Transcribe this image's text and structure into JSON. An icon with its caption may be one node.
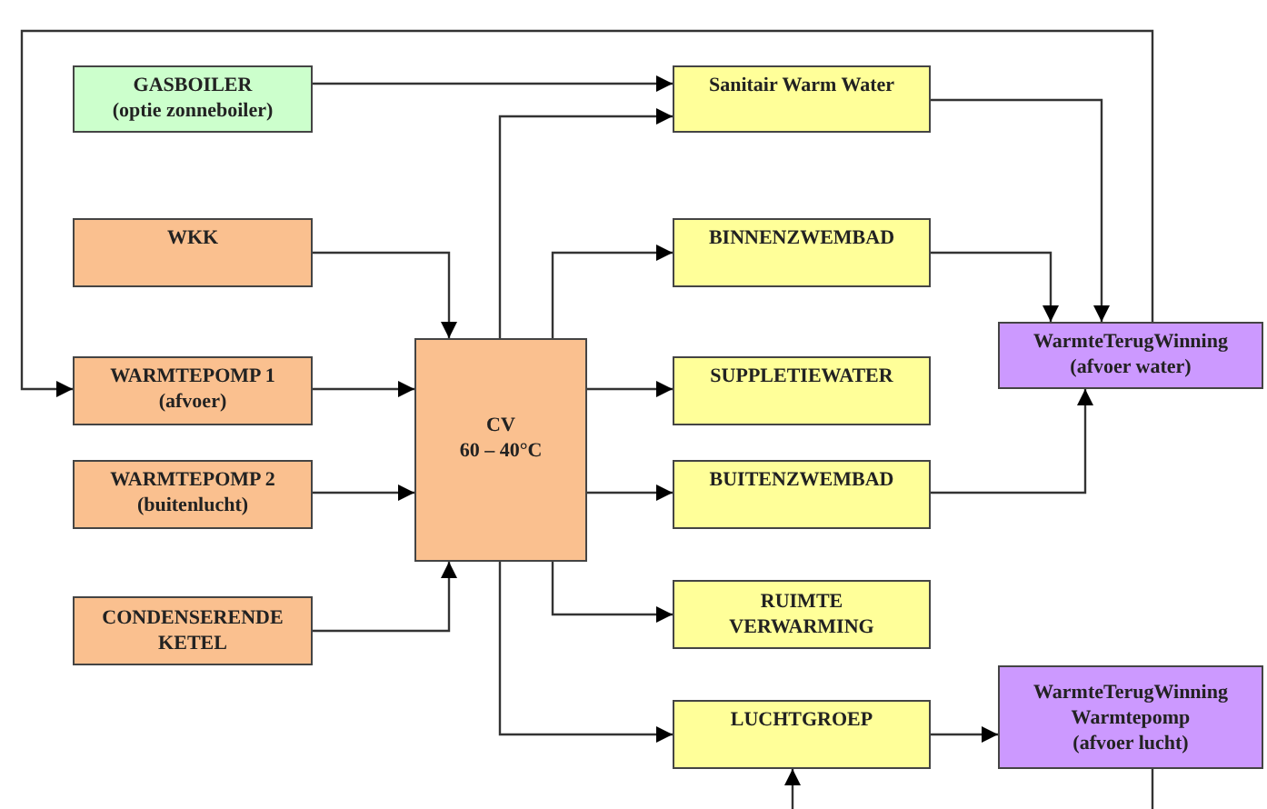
{
  "diagram": {
    "nodes": [
      {
        "text": [
          "GASBOILER",
          "(optie zonneboiler)"
        ]
      },
      {
        "text": [
          "WKK"
        ]
      },
      {
        "text": [
          "WARMTEPOMP 1",
          "(afvoer)"
        ]
      },
      {
        "text": [
          "WARMTEPOMP 2",
          "(buitenlucht)"
        ]
      },
      {
        "text": [
          "CONDENSERENDE KETEL"
        ]
      },
      {
        "text": [
          "CV",
          "60 – 40°C"
        ]
      },
      {
        "text": [
          "Sanitair Warm Water"
        ]
      },
      {
        "text": [
          "BINNENZWEMBAD"
        ]
      },
      {
        "text": [
          "SUPPLETIEWATER"
        ]
      },
      {
        "text": [
          "BUITENZWEMBAD"
        ]
      },
      {
        "text": [
          "RUIMTE VERWARMING"
        ]
      },
      {
        "text": [
          "LUCHTGROEP"
        ]
      },
      {
        "text": [
          "WarmteTerugWinning",
          "(afvoer water)"
        ]
      },
      {
        "text": [
          "WarmteTerugWinning",
          "Warmtepomp",
          "(afvoer lucht)"
        ]
      }
    ],
    "edges": [
      {
        "from": 0,
        "to": 6,
        "arrow": "to"
      },
      {
        "from": 5,
        "to": 6,
        "arrow": "to"
      },
      {
        "from": 1,
        "to": 5,
        "arrow": "to"
      },
      {
        "from": 2,
        "to": 5,
        "arrow": "to"
      },
      {
        "from": 3,
        "to": 5,
        "arrow": "to"
      },
      {
        "from": 4,
        "to": 5,
        "arrow": "to"
      },
      {
        "from": 5,
        "to": 7,
        "arrow": "to"
      },
      {
        "from": 5,
        "to": 8,
        "arrow": "to"
      },
      {
        "from": 5,
        "to": 9,
        "arrow": "to"
      },
      {
        "from": 5,
        "to": 10,
        "arrow": "to"
      },
      {
        "from": 5,
        "to": 11,
        "arrow": "to"
      },
      {
        "from": 6,
        "to": 12,
        "arrow": "to"
      },
      {
        "from": 7,
        "to": 12,
        "arrow": "to"
      },
      {
        "from": 9,
        "to": 12,
        "arrow": "to"
      },
      {
        "from": 12,
        "to": 2,
        "arrow": "to"
      },
      {
        "from": 11,
        "to": 13,
        "arrow": "to"
      },
      {
        "from": 13,
        "to": null,
        "arrow": "none"
      },
      {
        "from": null,
        "to": 11,
        "arrow": "to"
      }
    ]
  }
}
